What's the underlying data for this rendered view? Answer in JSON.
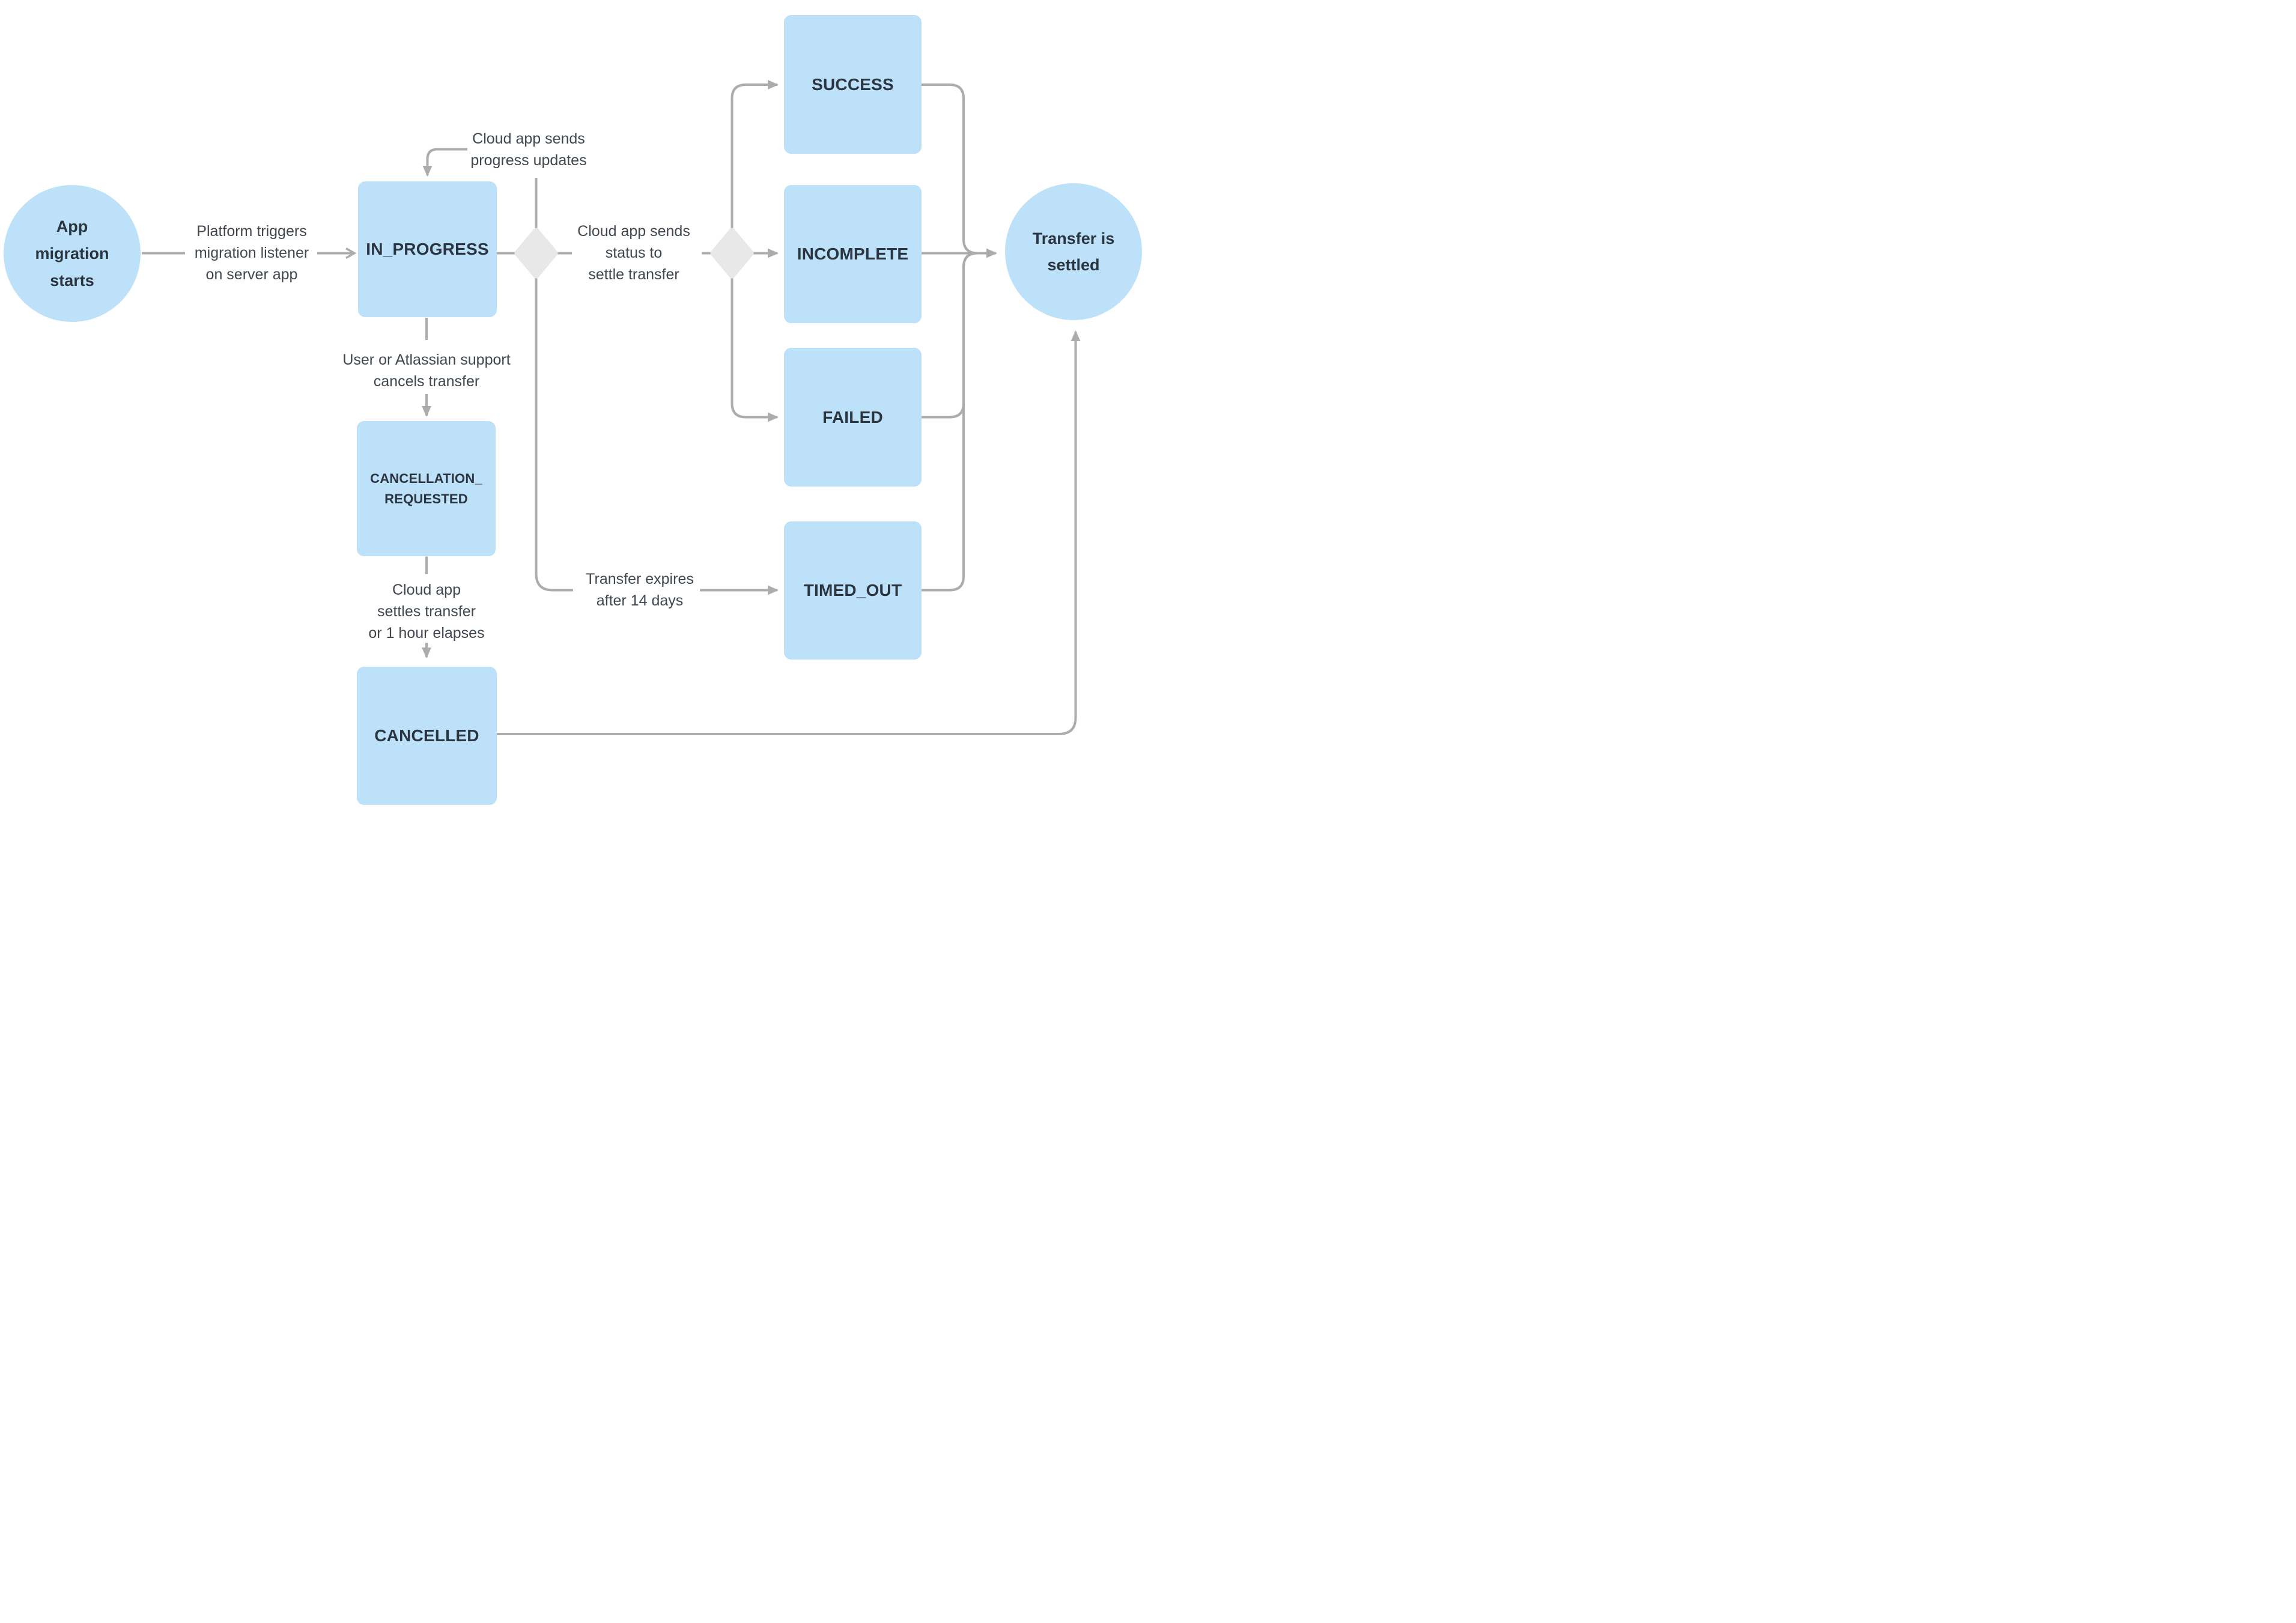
{
  "diagram": {
    "colors": {
      "node_fill": "#BEE1FA",
      "decision_fill": "#E8E8E8",
      "connector": "#ACACAC",
      "node_text": "#2A3540",
      "label_text": "#40474F"
    },
    "nodes": {
      "start_circle": {
        "label": "App migration starts",
        "lines": [
          "App",
          "migration",
          "starts"
        ]
      },
      "in_progress": {
        "label": "IN_PROGRESS"
      },
      "cancellation_requested": {
        "label": "CANCELLATION_REQUESTED",
        "lines": [
          "CANCELLATION_",
          "REQUESTED"
        ]
      },
      "cancelled": {
        "label": "CANCELLED"
      },
      "success": {
        "label": "SUCCESS"
      },
      "incomplete": {
        "label": "INCOMPLETE"
      },
      "failed": {
        "label": "FAILED"
      },
      "timed_out": {
        "label": "TIMED_OUT"
      },
      "end_circle": {
        "label": "Transfer is settled",
        "lines": [
          "Transfer is",
          "settled"
        ]
      }
    },
    "edge_labels": {
      "platform_triggers": [
        "Platform triggers",
        "migration listener",
        "on server app"
      ],
      "progress_updates": [
        "Cloud app sends",
        "progress updates"
      ],
      "status_settle": [
        "Cloud app sends",
        "status to",
        "settle transfer"
      ],
      "cancels_transfer": [
        "User or Atlassian support",
        "cancels transfer"
      ],
      "settles_or_hour": [
        "Cloud app",
        "settles transfer",
        "or 1 hour elapses"
      ],
      "expires": [
        "Transfer expires",
        "after 14 days"
      ]
    }
  }
}
